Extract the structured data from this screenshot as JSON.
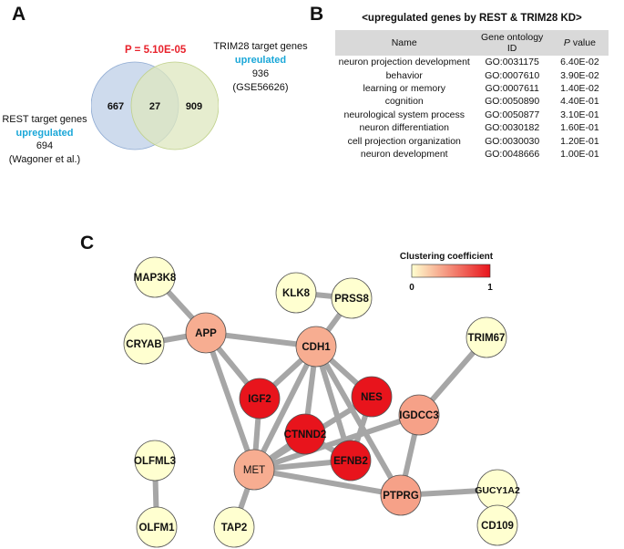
{
  "panels": {
    "a": "A",
    "b": "B",
    "c": "C"
  },
  "venn": {
    "p_value": "P = 5.10E-05",
    "rest_only": "667",
    "overlap": "27",
    "trim_only": "909",
    "rest_color": "#c5d5ea",
    "trim_color": "#dde7bf",
    "trim_title": "TRIM28 target genes",
    "trim_direction": "upreulated",
    "trim_total": "936",
    "trim_source": "(GSE56626)",
    "rest_title": "REST target genes",
    "rest_direction": "upregulated",
    "rest_total": "694",
    "rest_source": "(Wagoner et al.)",
    "highlight_color": "#1aa7d8",
    "pvalue_color": "#e8212b"
  },
  "go_table": {
    "title": "<upregulated genes by REST & TRIM28 KD>",
    "headers": {
      "name": "Name",
      "go": "Gene ontology ID",
      "p_italic": "P",
      "p_rest": " value"
    },
    "rows": [
      {
        "name": "neuron projection development",
        "go": "GO:0031175",
        "p": "6.40E-02"
      },
      {
        "name": "behavior",
        "go": "GO:0007610",
        "p": "3.90E-02"
      },
      {
        "name": "learning or memory",
        "go": "GO:0007611",
        "p": "1.40E-02"
      },
      {
        "name": "cognition",
        "go": "GO:0050890",
        "p": "4.40E-01"
      },
      {
        "name": "neurological system process",
        "go": "GO:0050877",
        "p": "3.10E-01"
      },
      {
        "name": "neuron differentiation",
        "go": "GO:0030182",
        "p": "1.60E-01"
      },
      {
        "name": "cell projection organization",
        "go": "GO:0030030",
        "p": "1.20E-01"
      },
      {
        "name": "neuron development",
        "go": "GO:0048666",
        "p": "1.00E-01"
      }
    ]
  },
  "network": {
    "legend": {
      "title": "Clustering coefficient",
      "min_label": "0",
      "max_label": "1",
      "low_color": "#ffffd0",
      "high_color": "#e8141c"
    },
    "edge_color": "#a6a6a6",
    "nodes": [
      {
        "id": "MAP3K8",
        "label": "MAP3K8",
        "coef": 0
      },
      {
        "id": "APP",
        "label": "APP",
        "coef": 0.35
      },
      {
        "id": "CRYAB",
        "label": "CRYAB",
        "coef": 0
      },
      {
        "id": "KLK8",
        "label": "KLK8",
        "coef": 0
      },
      {
        "id": "PRSS8",
        "label": "PRSS8",
        "coef": 0
      },
      {
        "id": "CDH1",
        "label": "CDH1",
        "coef": 0.35
      },
      {
        "id": "TRIM67",
        "label": "TRIM67",
        "coef": 0
      },
      {
        "id": "IGF2",
        "label": "IGF2",
        "coef": 1
      },
      {
        "id": "NES",
        "label": "NES",
        "coef": 1
      },
      {
        "id": "CTNND2",
        "label": "CTNND2",
        "coef": 1
      },
      {
        "id": "IGDCC3",
        "label": "IGDCC3",
        "coef": 0.4
      },
      {
        "id": "OLFML3",
        "label": "OLFML3",
        "coef": 0
      },
      {
        "id": "MET",
        "label": "MET",
        "coef": 0.35
      },
      {
        "id": "EFNB2",
        "label": "EFNB2",
        "coef": 1
      },
      {
        "id": "GUCY1A2",
        "label": "GUCY1A2",
        "coef": 0
      },
      {
        "id": "PTPRG",
        "label": "PTPRG",
        "coef": 0.4
      },
      {
        "id": "OLFM1",
        "label": "OLFM1",
        "coef": 0
      },
      {
        "id": "TAP2",
        "label": "TAP2",
        "coef": 0
      },
      {
        "id": "CD109",
        "label": "CD109",
        "coef": 0
      }
    ],
    "edges": [
      [
        "MAP3K8",
        "APP"
      ],
      [
        "CRYAB",
        "APP"
      ],
      [
        "APP",
        "IGF2"
      ],
      [
        "APP",
        "CDH1"
      ],
      [
        "APP",
        "MET"
      ],
      [
        "KLK8",
        "PRSS8"
      ],
      [
        "PRSS8",
        "CDH1"
      ],
      [
        "CDH1",
        "IGF2"
      ],
      [
        "CDH1",
        "CTNND2"
      ],
      [
        "CDH1",
        "NES"
      ],
      [
        "CDH1",
        "EFNB2"
      ],
      [
        "CDH1",
        "MET"
      ],
      [
        "CDH1",
        "PTPRG"
      ],
      [
        "IGF2",
        "MET"
      ],
      [
        "CTNND2",
        "MET"
      ],
      [
        "CTNND2",
        "EFNB2"
      ],
      [
        "NES",
        "MET"
      ],
      [
        "NES",
        "EFNB2"
      ],
      [
        "EFNB2",
        "MET"
      ],
      [
        "MET",
        "PTPRG"
      ],
      [
        "MET",
        "TAP2"
      ],
      [
        "MET",
        "IGDCC3"
      ],
      [
        "TRIM67",
        "IGDCC3"
      ],
      [
        "IGDCC3",
        "PTPRG"
      ],
      [
        "PTPRG",
        "GUCY1A2"
      ],
      [
        "GUCY1A2",
        "CD109"
      ],
      [
        "OLFML3",
        "OLFM1"
      ]
    ]
  }
}
